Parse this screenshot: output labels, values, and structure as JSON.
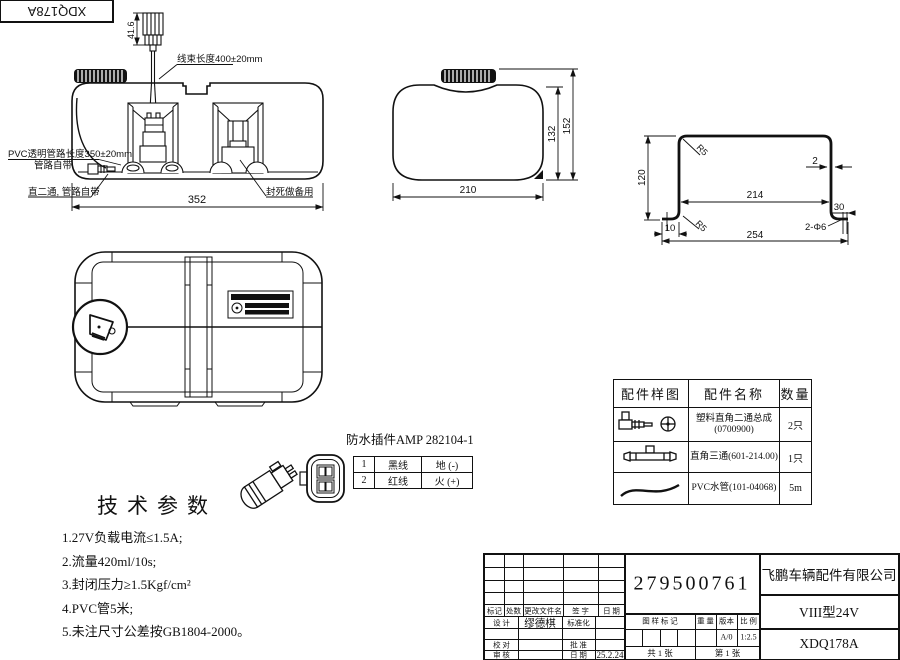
{
  "corner_stamp": {
    "text": "XDQ178A"
  },
  "front_view": {
    "dim_connector_height": "41.6",
    "label_harness": "线束长度400±20mm",
    "label_pvc_line1": "PVC透明管路长度350±20mm",
    "label_pvc_line2": "管路自带",
    "label_fitting": "直二通, 管路自带",
    "label_sealed": "封死做备用",
    "dim_width": "352"
  },
  "side_view": {
    "dim_width": "210",
    "dim_height_inner": "132",
    "dim_height_outer": "152"
  },
  "bracket_view": {
    "dim_height": "120",
    "dim_r_top": "R5",
    "dim_r_bottom": "R5",
    "dim_thickness": "2",
    "dim_inner_width": "214",
    "dim_foot_right": "30",
    "dim_foot_left": "10",
    "dim_overall": "254",
    "dim_holes": "2-Φ6"
  },
  "connector_section": {
    "title": "防水插件AMP 282104-1",
    "wire_table": [
      {
        "no": "1",
        "wire": "黑线",
        "func": "地 (-)"
      },
      {
        "no": "2",
        "wire": "红线",
        "func": "火 (+)"
      }
    ]
  },
  "tech_params": {
    "title": "技术参数",
    "item1": "1.27V负载电流≤1.5A;",
    "item2": "2.流量420ml/10s;",
    "item3": "3.封闭压力≥1.5Kgf/cm²",
    "item4": "4.PVC管5米;",
    "item5": "5.未注尺寸公差按GB1804-2000。"
  },
  "parts_table": {
    "h_sample": "配件样图",
    "h_name": "配件名称",
    "h_qty": "数量",
    "row1_name1": "塑料直角二通总成",
    "row1_name2": "(0700900)",
    "row1_qty": "2只",
    "row2_name": "直角三通(601-214.00)",
    "row2_qty": "1只",
    "row3_name": "PVC水管(101-04068)",
    "row3_qty": "5m"
  },
  "title_block": {
    "part_number": "279500761",
    "company": "飞鹏车辆配件有限公司",
    "model": "VIII型24V",
    "drawing_no": "XDQ178A",
    "col_mark": "标记",
    "col_count": "处数",
    "col_file": "更改文件名",
    "col_sign": "签 字",
    "col_date": "日 期",
    "row_design": "设 计",
    "designer": "缪德棋",
    "row_std": "标准化",
    "row_check": "校 对",
    "row_approve": "批 准",
    "row_audit": "审 核",
    "row_date": "日 期",
    "date_value": "25.2.24",
    "mark_label": "图 样 标 记",
    "weight_label": "重 量",
    "version_label": "版本",
    "scale_label": "比 例",
    "version_value": "A/0",
    "scale_value": "1:2.5",
    "sheet_total": "共 1 张",
    "sheet_num": "第 1 张"
  }
}
